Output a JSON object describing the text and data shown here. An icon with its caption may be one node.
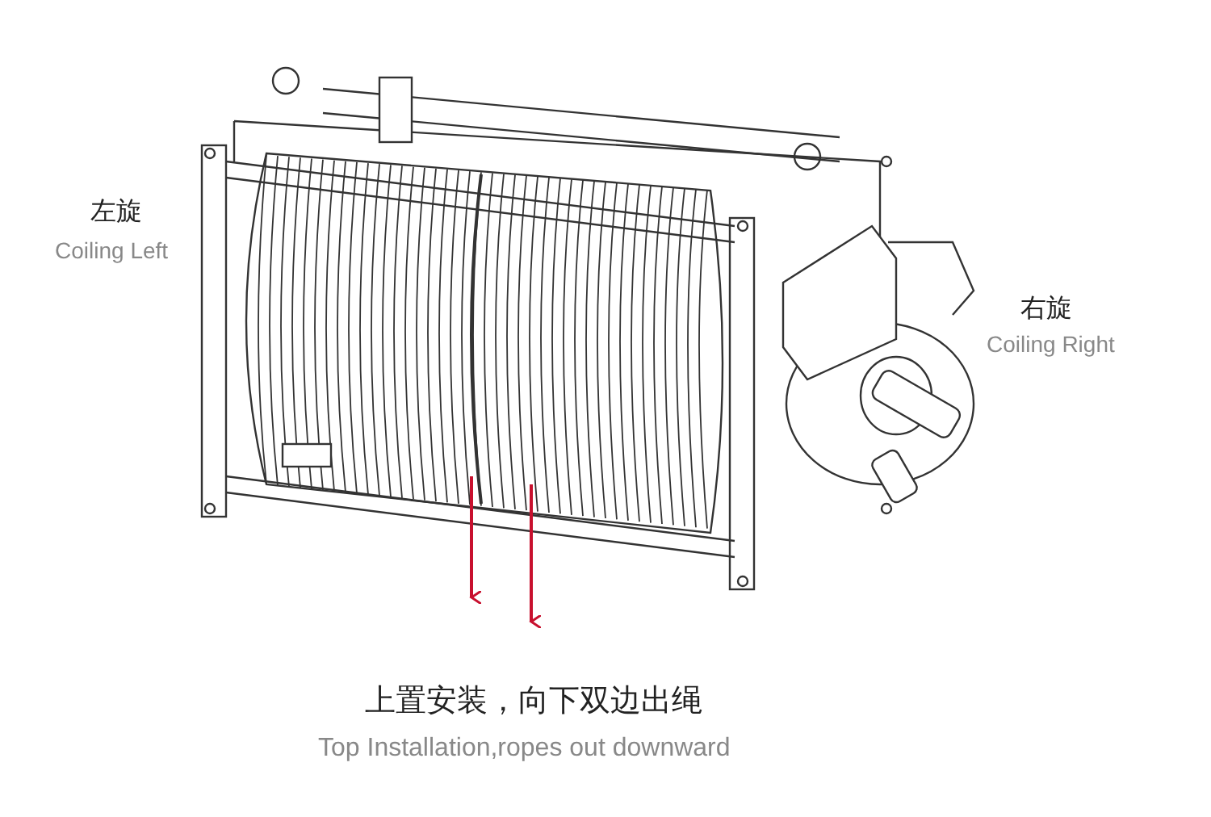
{
  "diagram": {
    "labels": [
      "左旋",
      "Coiling Left",
      "右旋",
      "Coiling Right",
      "上置安装，向下双边出绳",
      "Top Installation,ropes out downward"
    ]
  }
}
